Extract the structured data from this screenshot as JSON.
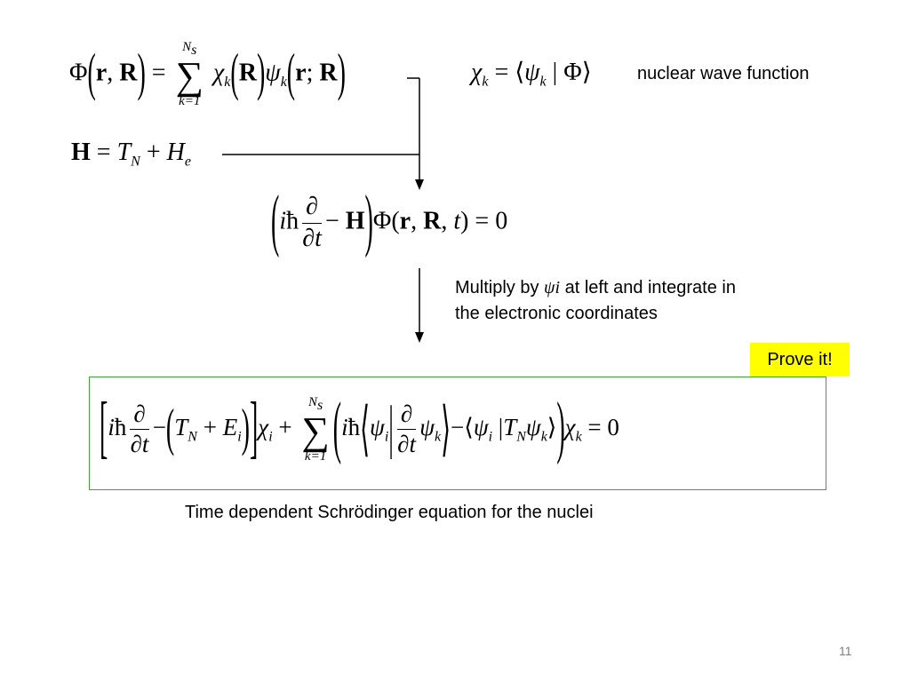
{
  "slide": {
    "eq_expansion": {
      "lhs": "Φ(r, R) =",
      "sum_upper": "Ns",
      "sum_lower": "k=1",
      "rhs": "χk(R) ψk(r; R)"
    },
    "eq_coeff": "χk = ⟨ψk | Φ⟩",
    "nuclear_label": "nuclear wave function",
    "eq_hamiltonian": "H = TN + He",
    "eq_tdse": "(iħ ∂/∂t − H) Φ(r, R, t) = 0",
    "multiply_text_prefix": "Multiply by",
    "multiply_symbol": "ψi",
    "multiply_text_suffix": "at left and integrate in",
    "multiply_text_line2": "the electronic coordinates",
    "prove_label": "Prove it!",
    "eq_final": "[iħ ∂/∂t − (TN + Ei)] χi + Σ_{k=1}^{Ns} ( iħ⟨ψi | ∂/∂t ψk⟩ − ⟨ψi | TN ψk⟩ ) χk = 0",
    "caption": "Time dependent Schrödinger equation for the nuclei",
    "page_number": "11"
  }
}
